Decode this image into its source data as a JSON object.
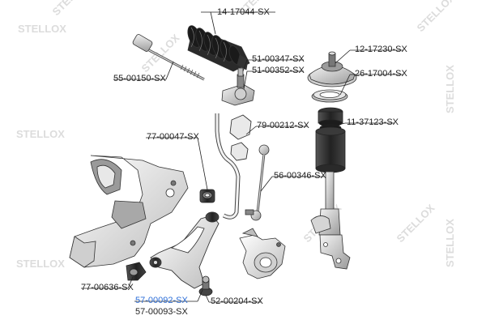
{
  "watermark": {
    "text": "STELLOX"
  },
  "labels": {
    "p14_17044": "14-17044-SX",
    "p55_00150": "55-00150-SX",
    "p51_00347": "51-00347-SX",
    "p51_00352": "51-00352-SX",
    "p12_17230": "12-17230-SX",
    "p26_17004": "26-17004-SX",
    "p77_00047": "77-00047-SX",
    "p79_00212": "79-00212-SX",
    "p11_37123": "11-37123-SX",
    "p56_00346": "56-00346-SX",
    "p77_00636": "77-00636-SX",
    "p57_00092": "57-00092-SX",
    "p57_00093": "57-00093-SX",
    "p52_00204": "52-00204-SX"
  },
  "colors": {
    "highlight": "#2e6fd8",
    "line": "#1f1f1f",
    "part_stroke": "#3a3a3a",
    "watermark": "#d9d9d9"
  }
}
